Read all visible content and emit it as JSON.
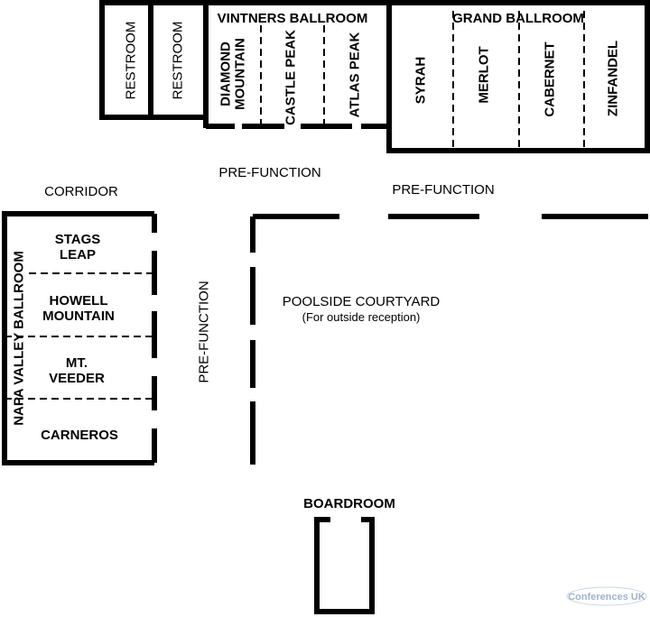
{
  "rooms": {
    "restroom_1": "RESTROOM",
    "restroom_2": "RESTROOM",
    "vintners_ballroom": "VINTNERS BALLROOM",
    "diamond_mountain_line1": "DIAMOND",
    "diamond_mountain_line2": "MOUNTAIN",
    "castle_peak": "CASTLE PEAK",
    "atlas_peak": "ATLAS PEAK",
    "grand_ballroom": "GRAND BALLROOM",
    "syrah": "SYRAH",
    "merlot": "MERLOT",
    "cabernet": "CABERNET",
    "zinfandel": "ZINFANDEL",
    "napa_valley_ballroom": "NAPA VALLEY BALLROOM",
    "stags_leap_line1": "STAGS",
    "stags_leap_line2": "LEAP",
    "howell_mountain_line1": "HOWELL",
    "howell_mountain_line2": "MOUNTAIN",
    "mt_veeder_line1": "MT.",
    "mt_veeder_line2": "VEEDER",
    "carneros": "CARNEROS",
    "boardroom": "BOARDROOM"
  },
  "areas": {
    "pre_function_top": "PRE-FUNCTION",
    "pre_function_right": "PRE-FUNCTION",
    "pre_function_vertical": "PRE-FUNCTION",
    "corridor": "CORRIDOR",
    "poolside_line1": "POOLSIDE COURTYARD",
    "poolside_line2": "(For outside reception)"
  },
  "watermark": "Conferences UK"
}
